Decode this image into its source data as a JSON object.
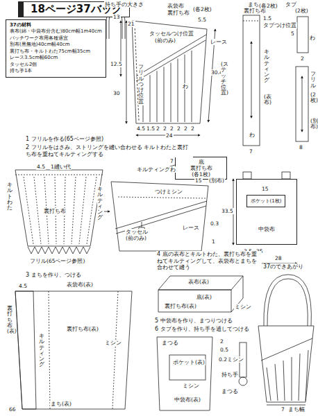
{
  "diagram": {
    "title": "18ページ37バッグ",
    "nodes": [
      {
        "text": [
          "37の材料",
          "表布(綿・中袋布分含む)80cm幅1m40cm",
          "パッチワーク布用各種適宜",
          "別布(黒無地)40cm幅40cm",
          "裏打ち布・キルトわた75cm幅35cm",
          "レース3.5cm幅60cm",
          "タッセル2個",
          "持ち手1本"
        ]
      },
      {
        "text": [
          "底",
          "裏打ち布",
          "(各1枚)"
        ]
      },
      {
        "text": [
          "中袋布"
        ]
      },
      {
        "text": [
          "ポケット(1枚)"
        ],
        "in": 2
      }
    ],
    "labels": [
      "持ち手の大きさ",
      "13",
      "21",
      "表袋布",
      "裏打ち布",
      "(各2枚)",
      "5.5",
      "レース",
      "タッセルつけ位置",
      "(前のみ)",
      "12.5",
      "30",
      "フリルつけ位置",
      "わ",
      "30.4",
      "(ステッチ位置)",
      "4.5",
      "1.5",
      "2",
      "2",
      "2",
      "2",
      "2",
      "2",
      "24",
      "まち",
      "裏打ち布",
      "(各2枚)",
      "タブ",
      "(2枚)",
      "1.5",
      "タブつけ位置",
      "キルティング",
      "(表布)",
      "わ",
      "7",
      "5",
      "わ",
      "2",
      "フリル",
      "(2枚)",
      "(別布)",
      "8",
      "1 フリルを作る(65ページ参照)",
      "2 フリルをはさみ、ストリングを縫い合わせる キルトわたと裏打ち布を重ねてキルティングする",
      "4.5",
      "1縫い代",
      "キルトわた",
      "キルティング",
      "裏打ち布",
      "フリル(65ページ参照)",
      "つけミシン",
      "タッセル",
      "(前のみ)",
      "レース",
      "0.3",
      "1",
      "キルティング",
      "7",
      "わ",
      "15",
      "(別布)",
      "33.5",
      "3.5",
      "35",
      "28",
      "15",
      "3 まちを作り、つける",
      "4.5",
      "表袋布(表)",
      "裏打ち布(表)",
      "キルティング",
      "裏打ち布(表)",
      "ミシン",
      "まち(表)",
      "4 底の表布とキルトわた、裏打ち布を重ねてキルティングして、表袋布とまちを合わせて縫う",
      "表布(表)",
      "底(表)",
      "裏打ち布(表)",
      "ミシン",
      "37のできあがり",
      "5 中袋布を作り、まつりつける",
      "6 タブを作り、持ち手を通してつける",
      "まつる",
      "ポケット(表)",
      "ミシン",
      "中袋布(表)",
      "2",
      "0.5",
      "0.2ミシン",
      "持ち手",
      "まつる",
      "7",
      "まち幅",
      "66"
    ]
  }
}
